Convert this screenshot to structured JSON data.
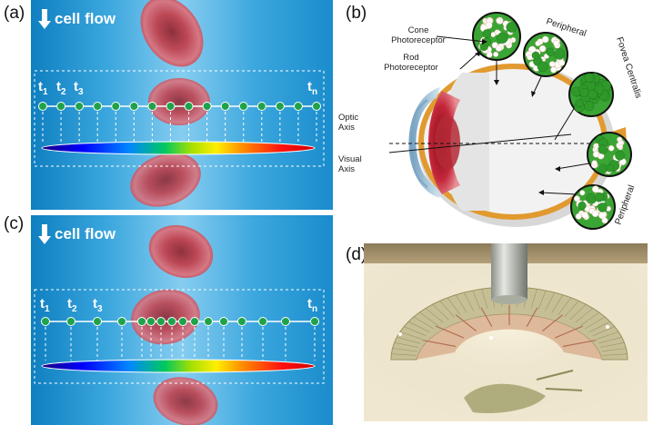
{
  "panels": {
    "a": {
      "label": "(a)",
      "flow_label": "cell flow",
      "t_labels": [
        "t1",
        "t2",
        "t3",
        "tn"
      ]
    },
    "b": {
      "label": "(b)"
    },
    "c": {
      "label": "(c)",
      "flow_label": "cell flow",
      "t_labels": [
        "t1",
        "t2",
        "t3",
        "tn"
      ]
    },
    "d": {
      "label": "(d)"
    }
  },
  "eye": {
    "cone": "Cone\nPhotoreceptor",
    "rod": "Rod\nPhotoreceptor",
    "peripheral_top": "Peripheral",
    "fovea": "Fovea Centralis",
    "optic_axis": "Optic\nAxis",
    "visual_axis": "Visual\nAxis",
    "peripheral_bottom": "Peripheral"
  },
  "colors": {
    "panel_bg": "#3aa6dd",
    "dot_green": "#1fa34a",
    "rbc": "#c9323d",
    "fovea_green": "#3aa535",
    "sclera_orange": "#e19a2f"
  }
}
